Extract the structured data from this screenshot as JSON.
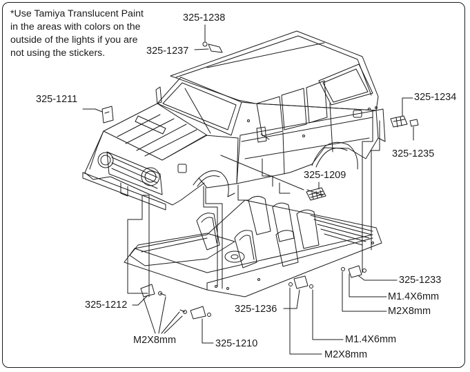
{
  "note": "*Use Tamiya Translucent Paint in the areas with colors on the outside of the lights if you are not using the stickers.",
  "labels": {
    "p1238": "325-1238",
    "p1237": "325-1237",
    "p1211": "325-1211",
    "p1234": "325-1234",
    "p1235": "325-1235",
    "p1209": "325-1209",
    "p1233": "325-1233",
    "p1212": "325-1212",
    "p1236": "325-1236",
    "p1210": "325-1210",
    "screw_m14x6_a": "M1.4X6mm",
    "screw_m2x8_a": "M2X8mm",
    "screw_m2x8_b": "M2X8mm",
    "screw_m14x6_b": "M1.4X6mm",
    "screw_m2x8_c": "M2X8mm"
  },
  "colors": {
    "line": "#1a1a1a",
    "background": "#ffffff"
  }
}
